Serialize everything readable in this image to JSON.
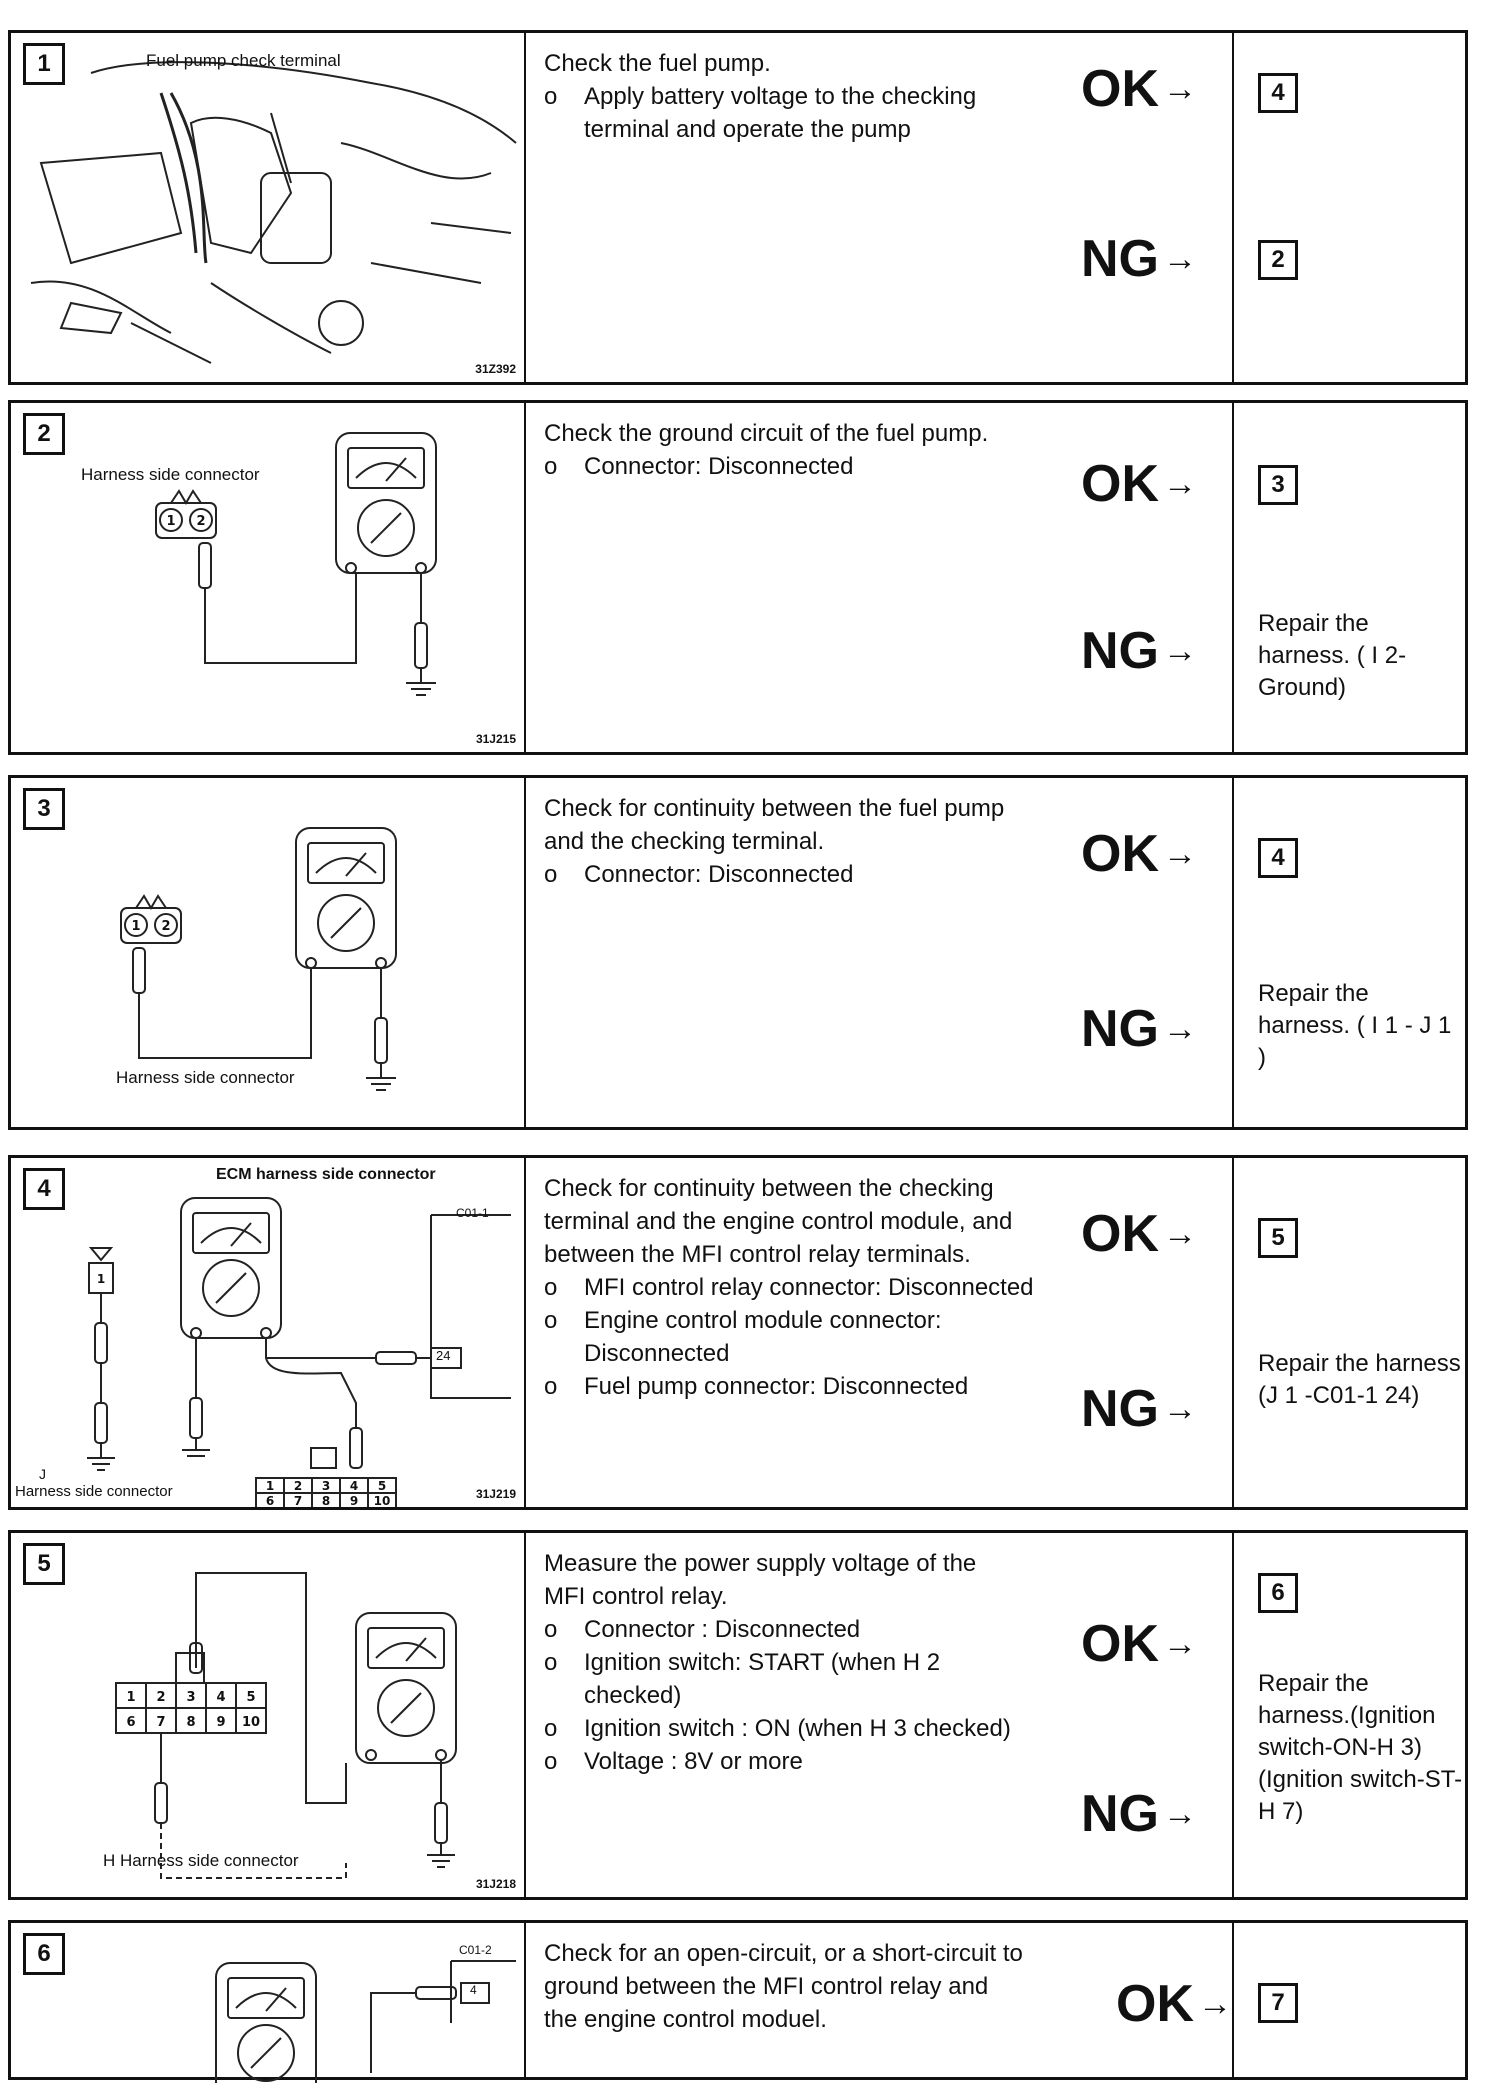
{
  "steps": [
    {
      "number": "1",
      "figure_label": "Fuel pump check terminal",
      "figure_code": "31Z392",
      "title": "Check the fuel pump.",
      "bullets": [
        "Apply battery voltage to the checking terminal and operate the pump"
      ],
      "ok_label": "OK",
      "ok_result": "4",
      "ng_label": "NG",
      "ng_result": "2"
    },
    {
      "number": "2",
      "figure_label": "Harness side connector",
      "figure_code": "31J215",
      "title": "Check the ground circuit of the fuel pump.",
      "bullets": [
        "Connector: Disconnected"
      ],
      "ok_label": "OK",
      "ok_result": "3",
      "ng_label": "NG",
      "ng_result": "Repair the harness. ( I 2-Ground)"
    },
    {
      "number": "3",
      "figure_label": "Harness side connector",
      "figure_code": "",
      "title": "Check for continuity between the fuel pump and the checking terminal.",
      "bullets": [
        "Connector: Disconnected"
      ],
      "ok_label": "OK",
      "ok_result": "4",
      "ng_label": "NG",
      "ng_result": "Repair the harness. ( I 1 - J 1 )"
    },
    {
      "number": "4",
      "figure_label": "ECM harness side connector",
      "figure_label2": "Harness side connector",
      "figure_tag": "J",
      "figure_conn": "C01-1",
      "figure_pin": "24",
      "figure_code": "31J219",
      "title": "Check for continuity between the checking terminal and the engine control module, and between the MFI control relay terminals.",
      "bullets": [
        "MFI control relay connector: Disconnected",
        "Engine control module connector: Disconnected",
        "Fuel pump connector: Disconnected"
      ],
      "ok_label": "OK",
      "ok_result": "5",
      "ng_label": "NG",
      "ng_result": "Repair the harness (J 1 -C01-1 24)"
    },
    {
      "number": "5",
      "figure_label": "H Harness side connector",
      "figure_code": "31J218",
      "title": "Measure the power supply voltage of the MFI control relay.",
      "bullets": [
        "Connector : Disconnected",
        "Ignition switch: START (when H 2 checked)",
        "Ignition switch : ON (when H 3 checked)",
        "Voltage : 8V or more"
      ],
      "ok_label": "OK",
      "ok_result": "6",
      "ng_label": "NG",
      "ng_result": "Repair the harness.(Ignition switch-ON-H 3) (Ignition switch-ST-H 7)"
    },
    {
      "number": "6",
      "figure_conn": "C01-2",
      "figure_pin": "4",
      "title": "Check for an open-circuit, or a short-circuit to ground between the MFI control relay and the engine control moduel.",
      "bullets": [],
      "ok_label": "OK",
      "ok_result": "7"
    }
  ],
  "bullet_marker": "o",
  "arrow_glyph": "→"
}
